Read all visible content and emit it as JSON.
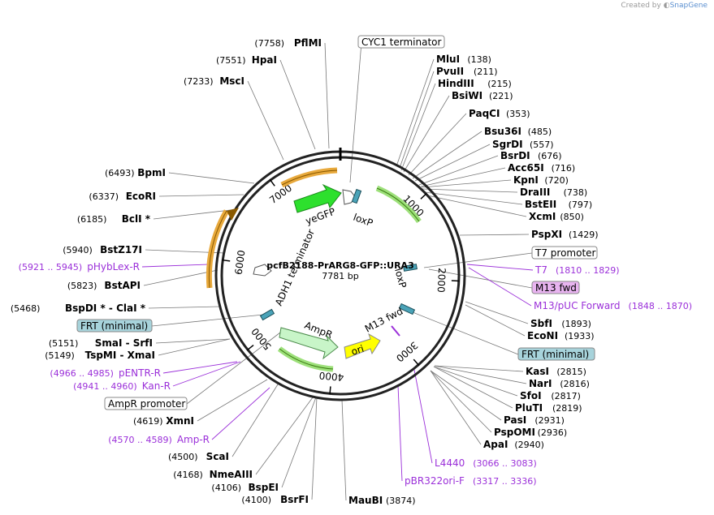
{
  "watermark": {
    "prefix": "Created by",
    "brand": "SnapGene"
  },
  "plasmid": {
    "name": "pcfB2188-PrARG8-GFP::URA3",
    "length": "7781 bp"
  },
  "ticks": [
    {
      "label": "1000",
      "bp": 1000
    },
    {
      "label": "2000",
      "bp": 2000
    },
    {
      "label": "3000",
      "bp": 3000
    },
    {
      "label": "4000",
      "bp": 4000
    },
    {
      "label": "5000",
      "bp": 5000
    },
    {
      "label": "6000",
      "bp": 6000
    },
    {
      "label": "7000",
      "bp": 7000
    }
  ],
  "features": [
    {
      "name": "yeGFP",
      "type": "cds",
      "color": "#2de02d"
    },
    {
      "name": "loxP",
      "type": "site",
      "color": "#4aa3b8"
    },
    {
      "name": "loxP",
      "type": "site",
      "color": "#4aa3b8"
    },
    {
      "name": "ADH1 terminator",
      "type": "terminator",
      "color": "#ffffff"
    },
    {
      "name": "AmpR",
      "type": "cds",
      "color": "#c8f5c8"
    },
    {
      "name": "ori",
      "type": "origin",
      "color": "#ffff00"
    },
    {
      "name": "M13 fwd",
      "type": "primer",
      "color": "#000000"
    }
  ],
  "enzymes_right": [
    {
      "name": "MluI",
      "pos": "(138)"
    },
    {
      "name": "PvuII",
      "pos": "(211)"
    },
    {
      "name": "HindIII",
      "pos": "(215)"
    },
    {
      "name": "BsiWI",
      "pos": "(221)"
    },
    {
      "name": "PaqCI",
      "pos": "(353)"
    },
    {
      "name": "Bsu36I",
      "pos": "(485)"
    },
    {
      "name": "SgrDI",
      "pos": "(557)"
    },
    {
      "name": "BsrDI",
      "pos": "(676)"
    },
    {
      "name": "Acc65I",
      "pos": "(716)"
    },
    {
      "name": "KpnI",
      "pos": "(720)"
    },
    {
      "name": "DraIII",
      "pos": "(738)"
    },
    {
      "name": "BstEII",
      "pos": "(797)"
    },
    {
      "name": "XcmI",
      "pos": "(850)"
    },
    {
      "name": "PspXI",
      "pos": "(1429)"
    },
    {
      "name": "SbfI",
      "pos": "(1893)"
    },
    {
      "name": "EcoNI",
      "pos": "(1933)"
    },
    {
      "name": "KasI",
      "pos": "(2815)"
    },
    {
      "name": "NarI",
      "pos": "(2816)"
    },
    {
      "name": "SfoI",
      "pos": "(2817)"
    },
    {
      "name": "PluTI",
      "pos": "(2819)"
    },
    {
      "name": "PasI",
      "pos": "(2931)"
    },
    {
      "name": "PspOMI",
      "pos": "(2936)"
    },
    {
      "name": "ApaI",
      "pos": "(2940)"
    },
    {
      "name": "MauBI",
      "pos": "(3874)"
    }
  ],
  "enzymes_left": [
    {
      "name": "PflMI",
      "pos": "(7758)"
    },
    {
      "name": "HpaI",
      "pos": "(7551)"
    },
    {
      "name": "MscI",
      "pos": "(7233)"
    },
    {
      "name": "BpmI",
      "pos": "(6493)"
    },
    {
      "name": "EcoRI",
      "pos": "(6337)"
    },
    {
      "name": "BclI *",
      "pos": "(6185)"
    },
    {
      "name": "BstZ17I",
      "pos": "(5940)"
    },
    {
      "name": "BstAPI",
      "pos": "(5823)"
    },
    {
      "name": "BspDI * - ClaI *",
      "pos": "(5468)"
    },
    {
      "name": "SmaI - SrfI",
      "pos": "(5151)"
    },
    {
      "name": "TspMI - XmaI",
      "pos": "(5149)"
    },
    {
      "name": "XmnI",
      "pos": "(4619)"
    },
    {
      "name": "ScaI",
      "pos": "(4500)"
    },
    {
      "name": "NmeAIII",
      "pos": "(4168)"
    },
    {
      "name": "BspEI",
      "pos": "(4106)"
    },
    {
      "name": "BsrFI",
      "pos": "(4100)"
    }
  ],
  "boxed_labels": [
    {
      "text": "CYC1 terminator",
      "fill": "#ffffff"
    },
    {
      "text": "T7 promoter",
      "fill": "#ffffff"
    },
    {
      "text": "M13 fwd",
      "fill": "#e8b4f0"
    },
    {
      "text": "FRT (minimal)",
      "fill": "#a7d3db"
    },
    {
      "text": "FRT (minimal)",
      "fill": "#a7d3db"
    },
    {
      "text": "AmpR promoter",
      "fill": "#ffffff"
    }
  ],
  "primers": [
    {
      "name": "T7",
      "range": "(1810 .. 1829)"
    },
    {
      "name": "M13/pUC Forward",
      "range": "(1848 .. 1870)"
    },
    {
      "name": "L4440",
      "range": "(3066 .. 3083)"
    },
    {
      "name": "pBR322ori-F",
      "range": "(3317 .. 3336)"
    },
    {
      "name": "pHybLex-R",
      "range": "(5921 .. 5945)"
    },
    {
      "name": "pENTR-R",
      "range": "(4966 .. 4985)"
    },
    {
      "name": "Kan-R",
      "range": "(4941 .. 4960)"
    },
    {
      "name": "Amp-R",
      "range": "(4570 .. 4589)"
    }
  ]
}
